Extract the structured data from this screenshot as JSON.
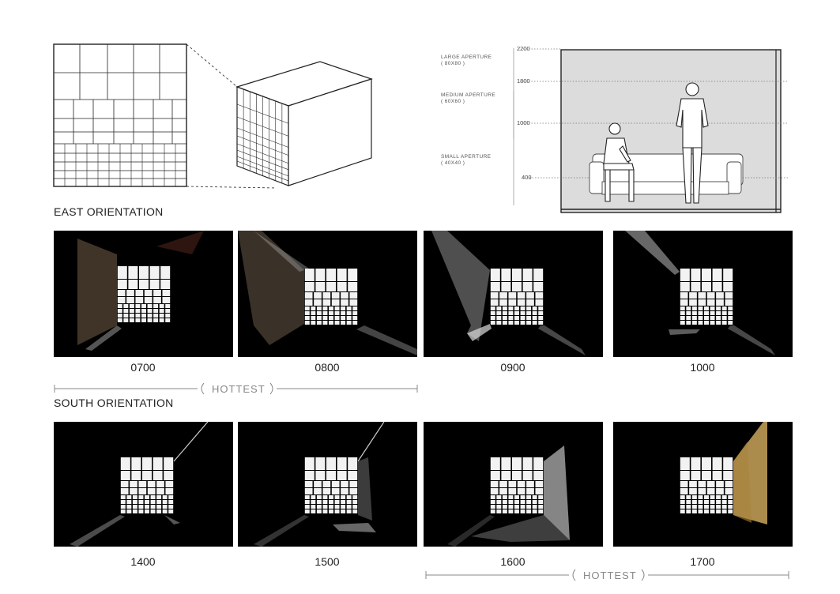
{
  "top": {
    "apertures": [
      {
        "name": "LARGE APERTURE",
        "size": "( 80X80 )"
      },
      {
        "name": "MEDIUM APERTURE",
        "size": "( 60X60 )"
      },
      {
        "name": "SMALL APERTURE",
        "size": "( 40X40 )"
      }
    ],
    "dimensions": [
      "2200",
      "1800",
      "1000",
      "400"
    ]
  },
  "east": {
    "title": "EAST ORIENTATION",
    "times": [
      "0700",
      "0800",
      "0900",
      "1000"
    ],
    "hottest": "HOTTEST"
  },
  "south": {
    "title": "SOUTH ORIENTATION",
    "times": [
      "1400",
      "1500",
      "1600",
      "1700"
    ],
    "hottest": "HOTTEST"
  },
  "colors": {
    "render_bg": "#000000",
    "light_warm": "#c9a55a",
    "light_cool": "#e6e6e6",
    "line": "#222222",
    "muted": "#888888"
  }
}
